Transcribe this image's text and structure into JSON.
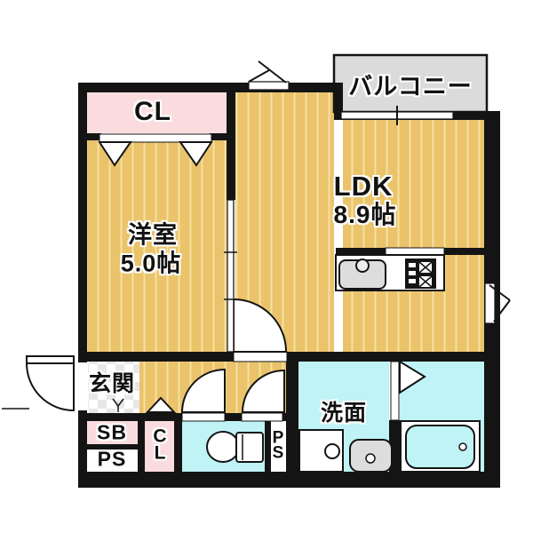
{
  "plan": {
    "balcony_label": "バルコニー",
    "closet_top_label": "CL",
    "ldk_label": "LDK",
    "ldk_size": "8.9帖",
    "western_label": "洋室",
    "western_size": "5.0帖",
    "entrance_label": "玄関",
    "shoebox_label": "SB",
    "pipespace_left_label": "PS",
    "closet_hall_label": "CL",
    "pipespace_right_label": "PS",
    "washroom_label": "洗面",
    "colors": {
      "wall": "#141414",
      "floor_tan": "#EAC36B",
      "floor_stripe": "#F6E1A0",
      "closet_pink": "#FADCDF",
      "wet_cyan": "#BFF3F5",
      "balcony_gray": "#DBDBDB",
      "tile_gray": "#E7E7E7",
      "fixture_gray": "#DDDDDD"
    },
    "icons": [
      "toilet-icon",
      "bathtub-icon",
      "washbasin-icon",
      "washing-machine-icon",
      "kitchen-sink-icon",
      "stove-icon",
      "door-swing-icon",
      "window-icon",
      "folding-door-icon"
    ]
  }
}
